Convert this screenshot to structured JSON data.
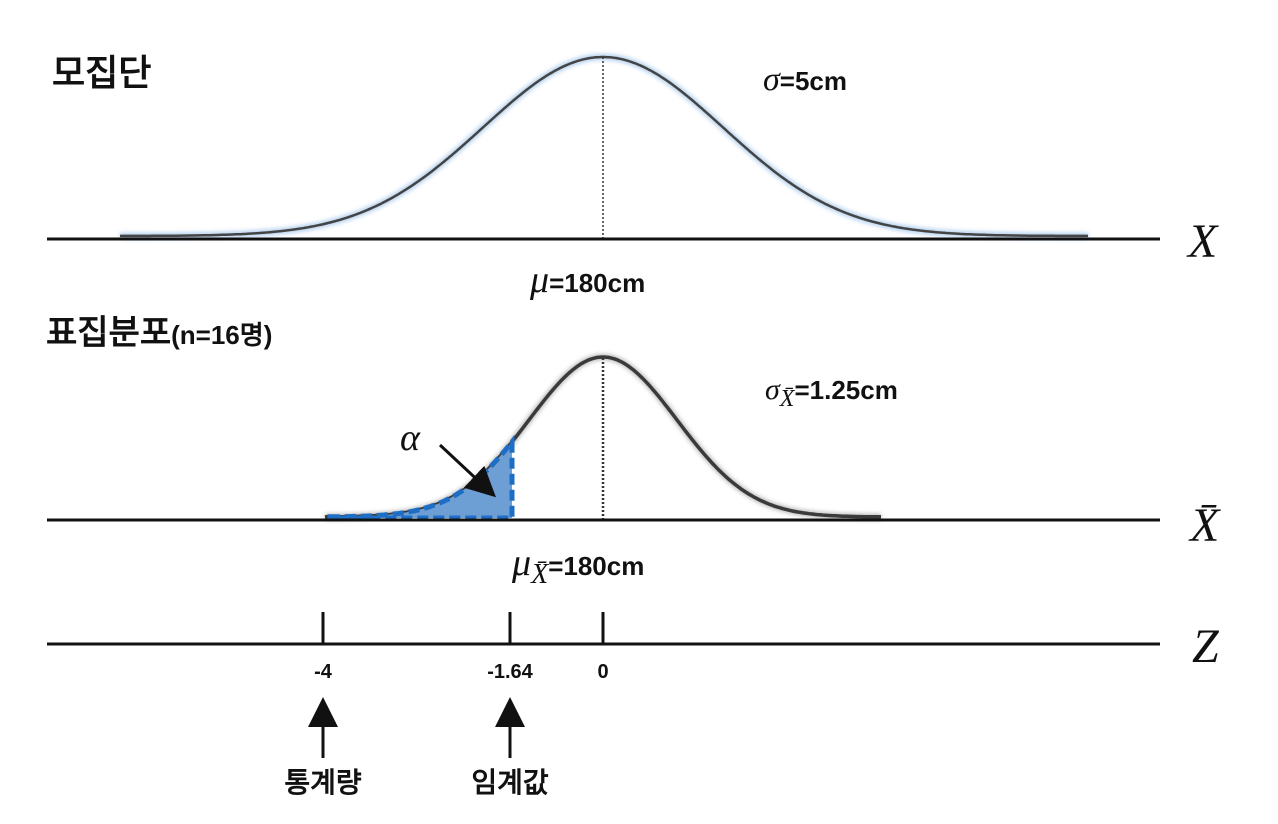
{
  "population": {
    "title": "모집단",
    "sigma_symbol": "σ",
    "sigma_value": "=5cm",
    "axis_label": "X",
    "mu_symbol": "μ",
    "mu_value": "=180cm"
  },
  "sampling": {
    "title": "표집분포",
    "title_suffix": "(n=16명)",
    "sigma_symbol": "σ",
    "sigma_sub": "X̄",
    "sigma_value": "=1.25cm",
    "alpha_symbol": "α",
    "axis_label": "X̄",
    "mu_symbol": "μ",
    "mu_sub": "X̄",
    "mu_value": "=180cm"
  },
  "z_axis": {
    "label": "Z",
    "ticks": [
      {
        "value": -4,
        "label": "-4"
      },
      {
        "value": -1.64,
        "label": "-1.64"
      },
      {
        "value": 0,
        "label": "0"
      }
    ]
  },
  "annotations": {
    "statistic_label": "통계량",
    "critical_label": "임계값"
  },
  "colors": {
    "statistic": "#c8372f",
    "critical": "#2e7bbf",
    "region_fill": "#6e9fd4",
    "region_border": "#1f6ec6",
    "curve": "#444444"
  }
}
